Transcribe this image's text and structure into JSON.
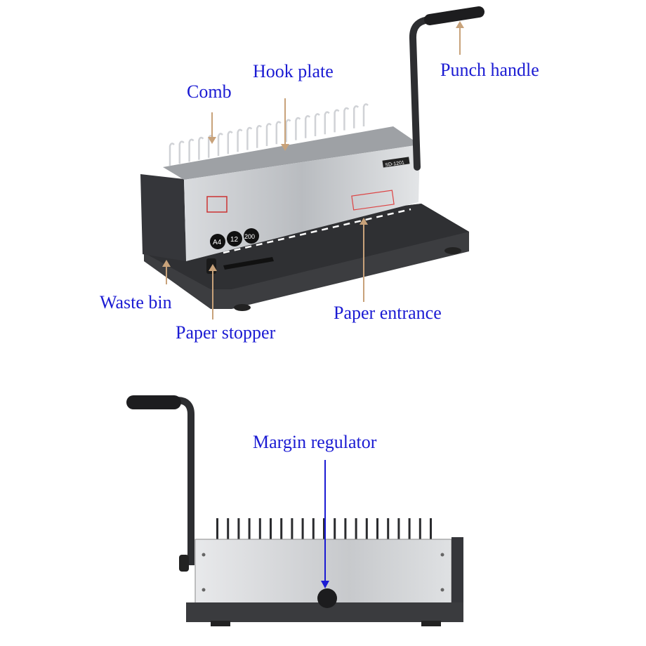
{
  "labels": {
    "punch_handle": "Punch handle",
    "hook_plate": "Hook plate",
    "comb": "Comb",
    "waste_bin": "Waste bin",
    "paper_stopper": "Paper stopper",
    "paper_entrance": "Paper entrance",
    "margin_regulator": "Margin regulator"
  },
  "device_markings": {
    "model": "SD-1201",
    "badges": [
      "A4",
      "12",
      "200"
    ]
  },
  "colors": {
    "label_text": "#1b1bd3",
    "pointer_arrow": "#c8a27a",
    "margin_arrow": "#1b1bd3",
    "body_dark": "#3a3b3e",
    "panel_silver": "#c9cbce"
  }
}
